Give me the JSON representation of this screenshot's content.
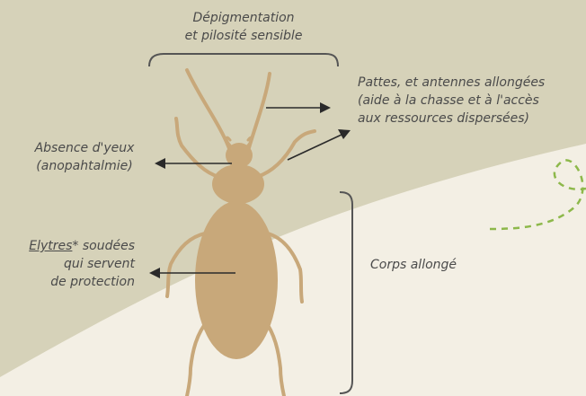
{
  "labels": {
    "top_line1": "Dépigmentation",
    "top_line2": "et pilosité sensible",
    "legs_line1": "Pattes, et antennes allongées",
    "legs_line2": "(aide à la chasse et à l'accès",
    "legs_line3": "aux ressources dispersées)",
    "eyes_line1": "Absence d'yeux",
    "eyes_line2": "(anopahtalmie)",
    "elytra_word": "Elytres",
    "elytra_rest": "* soudées",
    "elytra_line2": "qui servent",
    "elytra_line3": "de protection",
    "body": "Corps allongé"
  },
  "colors": {
    "background_light": "#f3efe4",
    "background_dark": "#d6d2b9",
    "insect": "#c8a87a",
    "decor_dashes": "#8db84a",
    "text": "#4a4a4a",
    "arrows": "#2a2a2a"
  },
  "icons": {
    "insect": "cave-beetle-silhouette",
    "decoration": "dashed-loop-path"
  }
}
